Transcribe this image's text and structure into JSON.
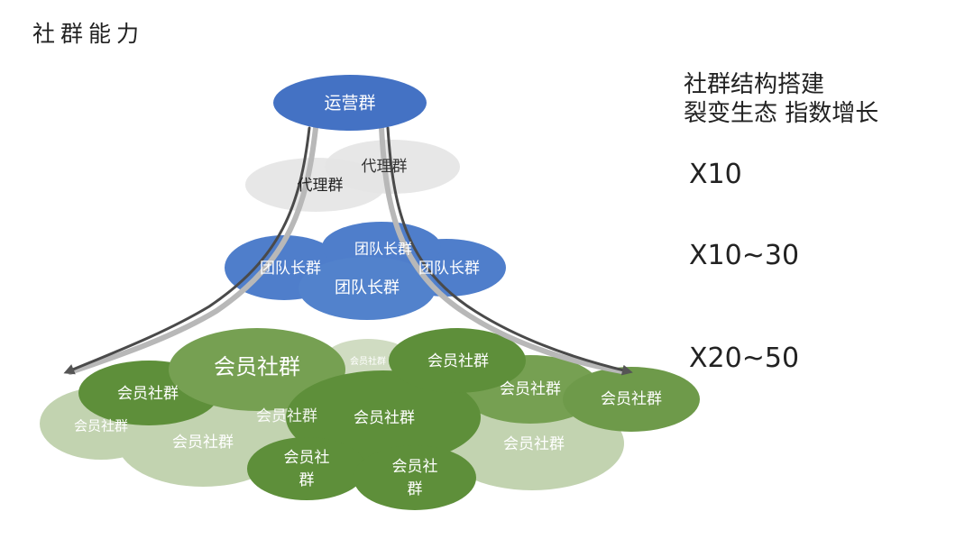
{
  "title": "社群能力",
  "side": {
    "line1": "社群结构搭建",
    "line2": "裂变生态  指数增长",
    "m1": "X10",
    "m2": "X10~30",
    "m3": "X20~50"
  },
  "nodes": {
    "ops": "运营群",
    "agent": "代理群",
    "team": "团队长群",
    "member": "会员社群",
    "member_wrap_1": "会员社",
    "member_wrap_2": "群"
  },
  "colors": {
    "ops": "#4472c4",
    "agent": "#e4e4e4",
    "team": "#5282cc",
    "member_dark": "#5e8f3a",
    "member_mid": "#8fb070",
    "member_light": "#c2d3b0"
  }
}
